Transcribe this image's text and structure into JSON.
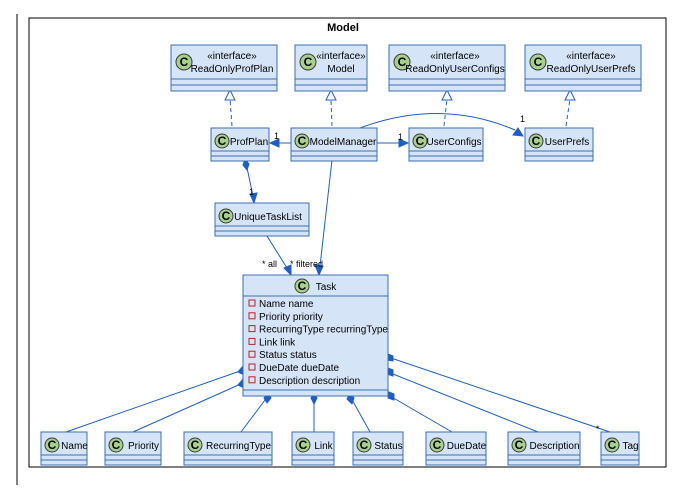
{
  "package": {
    "name": "Model"
  },
  "circle_letter": "C",
  "stereotype": "«interface»",
  "interfaces": [
    {
      "id": "iprof",
      "name": "ReadOnlyProfPlan"
    },
    {
      "id": "imodel",
      "name": "Model"
    },
    {
      "id": "iconf",
      "name": "ReadOnlyUserConfigs"
    },
    {
      "id": "iprefs",
      "name": "ReadOnlyUserPrefs"
    }
  ],
  "classes": {
    "profplan": "ProfPlan",
    "modelmanager": "ModelManager",
    "userconfigs": "UserConfigs",
    "userprefs": "UserPrefs",
    "uniquetasklist": "UniqueTaskList",
    "task": "Task"
  },
  "task_attributes": [
    "Name name",
    "Priority priority",
    "RecurringType recurringType",
    "Link link",
    "Status status",
    "DueDate dueDate",
    "Description description"
  ],
  "attribute_classes": [
    "Name",
    "Priority",
    "RecurringType",
    "Link",
    "Status",
    "DueDate",
    "Description",
    "Tag"
  ],
  "multiplicities": {
    "profplan": "1",
    "userconfigs": "1",
    "userprefs": "1",
    "uniquetasklist": "1",
    "all": "* all",
    "filtered": "* filtered",
    "tag": "*"
  },
  "colors": {
    "class_fill": "#d6e4f7",
    "class_border": "#3a6fb0",
    "circle_fill": "#a8d08d",
    "relation_line": "#1f5fbf",
    "visibility_marker": "#c02020"
  }
}
